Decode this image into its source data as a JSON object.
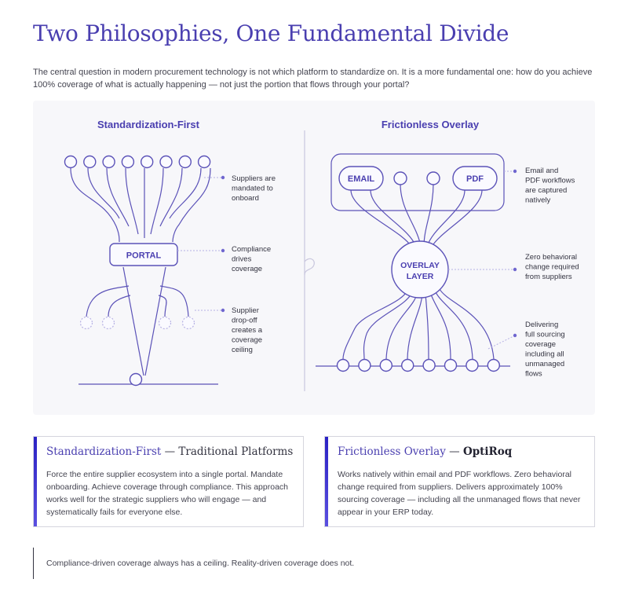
{
  "page": {
    "title": "Two Philosophies, One Fundamental Divide",
    "intro": "The central question in modern procurement technology is not which platform to standardize on. It is a more fundamental one: how do you achieve 100% coverage of what is actually happening — not just the portion that flows through your portal?"
  },
  "diagram": {
    "left": {
      "heading": "Standardization-First",
      "node_label": "PORTAL",
      "annotations": [
        [
          "Suppliers are",
          "mandated to",
          "onboard"
        ],
        [
          "Compliance",
          "drives",
          "coverage"
        ],
        [
          "Supplier",
          "drop-off",
          "creates a",
          "coverage",
          "ceiling"
        ]
      ]
    },
    "right": {
      "heading": "Frictionless Overlay",
      "node_label": [
        "OVERLAY",
        "LAYER"
      ],
      "source_labels": [
        "EMAIL",
        "PDF"
      ],
      "annotations": [
        [
          "Email and",
          "PDF workflows",
          "are captured",
          "natively"
        ],
        [
          "Zero behavioral",
          "change required",
          "from suppliers"
        ],
        [
          "Delivering",
          "full sourcing",
          "coverage",
          "including all",
          "unmanaged",
          "flows"
        ]
      ]
    },
    "colors": {
      "accent": "#4a3fb0",
      "line": "#5b52b8",
      "dashed": "#b6b1e4",
      "panel": "#f7f7fa"
    }
  },
  "cards": {
    "left": {
      "heading_main": "Standardization-First",
      "heading_sep": "—",
      "heading_sub": "Traditional Platforms",
      "body": "Force the entire supplier ecosystem into a single portal. Mandate onboarding. Achieve coverage through compliance. This approach works well for the strategic suppliers who will engage — and systematically fails for everyone else."
    },
    "right": {
      "heading_main": "Frictionless Overlay",
      "heading_sep": "—",
      "heading_brand": "OptiRoq",
      "body": "Works natively within email and PDF workflows. Zero behavioral change required from suppliers. Delivers approximately 100% sourcing coverage — including all the unmanaged flows that never appear in your ERP today."
    }
  },
  "footer": {
    "quote": "Compliance-driven coverage always has a ceiling. Reality-driven coverage does not."
  }
}
